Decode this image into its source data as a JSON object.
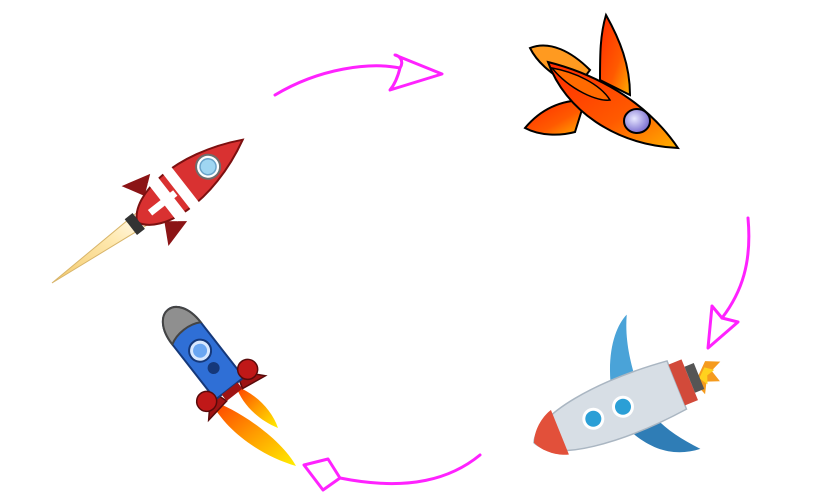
{
  "diagram": {
    "kind": "cycle",
    "arrow_color": "#ff22ff",
    "nodes": [
      {
        "id": "red-white-rocket",
        "icon": "red-white-striped-rocket-icon"
      },
      {
        "id": "orange-rocket",
        "icon": "orange-gradient-rocket-icon"
      },
      {
        "id": "gray-blue-rocket",
        "icon": "gray-blue-rocket-icon"
      },
      {
        "id": "blue-rocket",
        "icon": "blue-rocket-icon"
      }
    ],
    "edges": [
      {
        "from": "red-white-rocket",
        "to": "orange-rocket"
      },
      {
        "from": "orange-rocket",
        "to": "gray-blue-rocket"
      },
      {
        "from": "gray-blue-rocket",
        "to": "blue-rocket"
      }
    ]
  }
}
